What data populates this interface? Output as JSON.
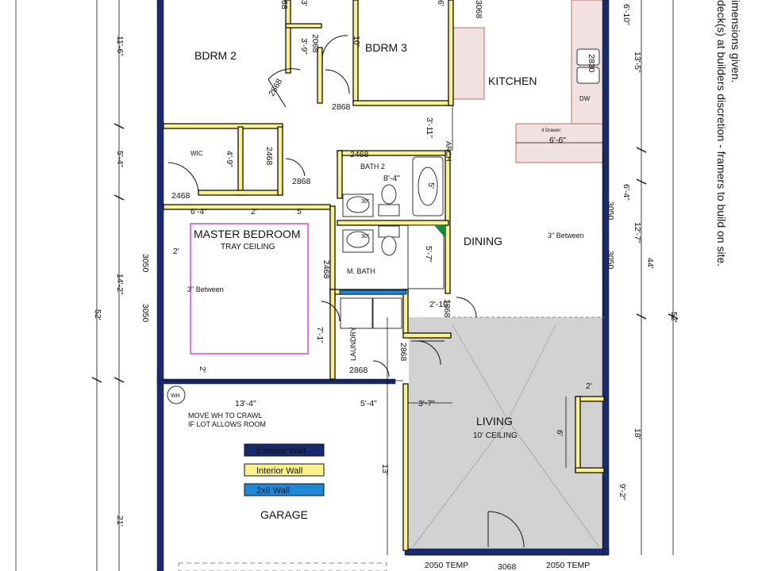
{
  "rooms": {
    "bdrm2": "BDRM 2",
    "bdrm3": "BDRM 3",
    "kitchen": "KITCHEN",
    "bath2": "BATH 2",
    "wic": "WIC",
    "master_bedroom": "MASTER BEDROOM",
    "tray_ceiling": "TRAY CEILING",
    "m_bath": "M. BATH",
    "dining": "DINING",
    "laundry": "LAUNDRY",
    "living": "LIVING",
    "living_ceiling": "10' CEILING",
    "garage": "GARAGE",
    "arch": "ARCH",
    "four_drawer": "4 Drawer",
    "dw": "DW",
    "wh": "WH"
  },
  "notes": {
    "side_line1": "imensions given.",
    "side_line2": "deck(s) at builders discretion - framers to build on site.",
    "move_wh_line1": "MOVE WH TO CRAWL",
    "move_wh_line2": "IF LOT ALLOWS ROOM",
    "three_between_left": "3\" Between",
    "three_between_right": "3\" Between"
  },
  "legend": [
    {
      "label": "Exterior Wall",
      "color": "#1a2a6e"
    },
    {
      "label": "Interior Wall",
      "color": "#fbf28d"
    },
    {
      "label": "2x6 Wall",
      "color": "#1e88d8"
    }
  ],
  "dimensions": {
    "d_11_6": "11'-6\"",
    "d_5_4_left": "5'-4\"",
    "d_52_left": "52'",
    "d_14_2": "14'-2\"",
    "d_21": "21'",
    "d_6_4_master": "6'-4\"",
    "d_2_a": "2'",
    "d_5_a": "5'",
    "d_2_b": "2'",
    "d_2_c": "2'",
    "d_4_9": "4'-9\"",
    "d_7_1": "7'-1\"",
    "d_13_4": "13'-4\"",
    "d_5_4_mid": "5'-4\"",
    "d_3_7": "3'-7\"",
    "d_13": "13'",
    "d_3_9": "3'-9\"",
    "d_3_top": "3'",
    "d_10": "10'",
    "d_6_top": "6'",
    "d_68": "68",
    "d_3_11": "3'-11\"",
    "d_8_4": "8'-4\"",
    "d_5_bath": "5'",
    "d_5_7": "5'-7\"",
    "d_2_10": "2'-10\"",
    "d_6_6": "6'-6\"",
    "d_6_10": "6'-10\"",
    "d_13_5": "13'-5\"",
    "d_6_4_right": "6'-4\"",
    "d_12_7": "12'-7\"",
    "d_44": "44'",
    "d_52_right": "52'",
    "d_18": "18'",
    "d_9_2": "9'-2\"",
    "d_6_fp": "6'",
    "d_2_fp": "2'",
    "d_30_a": "30\"",
    "d_30_b": "30\""
  },
  "door_tags": {
    "t2068_a": "2068",
    "t2868_bdrm2": "2868",
    "t2868_bdrm3": "2868",
    "t2468_wic": "2468",
    "t2468_master": "2468",
    "t2868_hall": "2868",
    "t2468_bath2": "2468",
    "t2468_mbath": "2468",
    "t1868": "1868",
    "t2868_laundry": "2868",
    "t2868_garage": "2868",
    "t2830": "2830",
    "t3050_k1": "3050",
    "t3050_k2": "3050",
    "t3050_m1": "3050",
    "t3050_m2": "3050",
    "t2050_temp_1": "2050 TEMP",
    "t3068": "3068",
    "t2050_temp_2": "2050 TEMP",
    "t3068_top": "3068"
  }
}
